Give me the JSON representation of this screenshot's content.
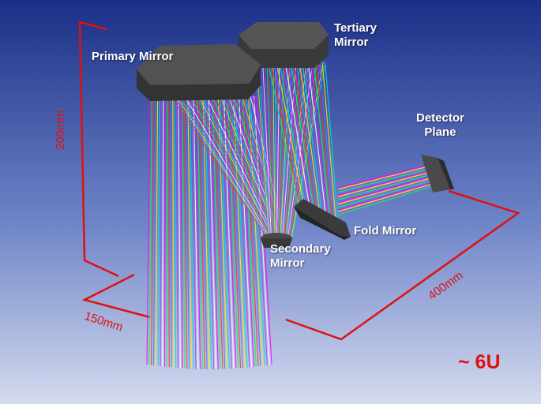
{
  "labels": {
    "primary_mirror": "Primary Mirror",
    "tertiary_mirror_line1": "Tertiary",
    "tertiary_mirror_line2": "Mirror",
    "detector_plane_line1": "Detector",
    "detector_plane_line2": "Plane",
    "fold_mirror": "Fold Mirror",
    "secondary_mirror_line1": "Secondary",
    "secondary_mirror_line2": "Mirror"
  },
  "dimensions": {
    "height": "200mm",
    "width": "150mm",
    "length": "400mm"
  },
  "form_factor": "~ 6U",
  "colors": {
    "background_top": "#1a2f86",
    "background_bottom": "#c9d2ec",
    "dimension_lines": "#e01010",
    "mirror": "#3d3d3d",
    "ray_colors": [
      "#ff00ff",
      "#00ff44",
      "#ff3333",
      "#5577ff",
      "#ffee00",
      "#00dddd",
      "#aa44ff",
      "#ffffff"
    ]
  }
}
